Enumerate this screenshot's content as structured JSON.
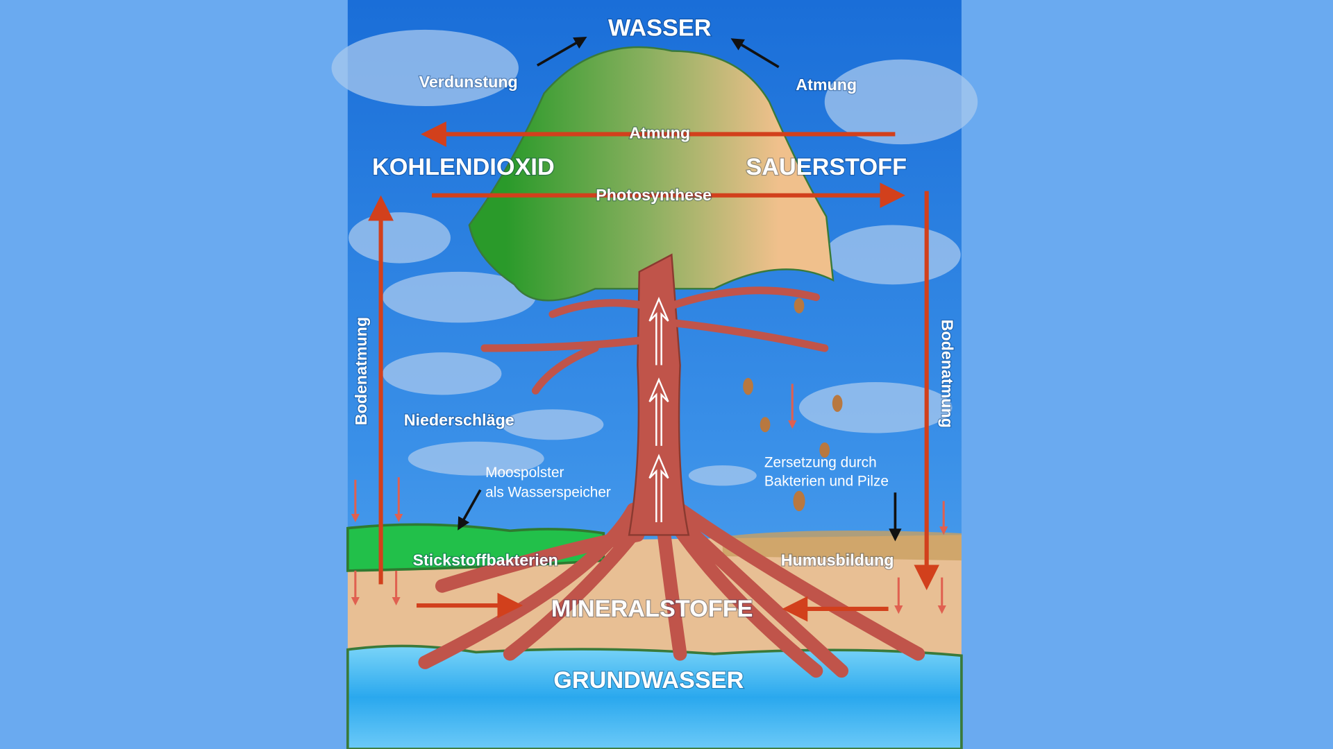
{
  "labels": {
    "water": "WASSER",
    "evaporation": "Verdunstung",
    "respiration_top": "Atmung",
    "respiration_mid": "Atmung",
    "co2": "KOHLENDIOXID",
    "oxygen": "SAUERSTOFF",
    "photosynthesis": "Photosynthese",
    "soil_respiration_left": "Bodenatmung",
    "soil_respiration_right": "Bodenatmung",
    "precipitation": "Niederschläge",
    "moss_line1": "Moospolster",
    "moss_line2": "als Wasserspeicher",
    "decomp_line1": "Zersetzung durch",
    "decomp_line2": "Bakterien und Pilze",
    "nitrogen_bacteria": "Stickstoffbakterien",
    "humus": "Humusbildung",
    "minerals": "MINERALSTOFFE",
    "groundwater": "GRUNDWASSER"
  },
  "colors": {
    "background": "#6aaaf0",
    "sky": "#1f78e0",
    "arrow_red": "#d2401c",
    "trunk": "#c0544a",
    "soil": "#e8bf94",
    "moss": "#22c04a",
    "water": "#5cc8f5"
  }
}
